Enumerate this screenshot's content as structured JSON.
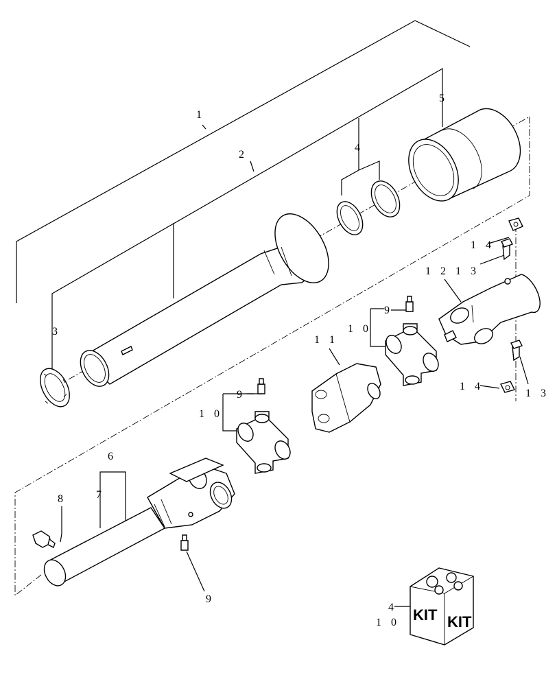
{
  "callouts": {
    "c1": "1",
    "c2": "2",
    "c3": "3",
    "c4_top": "4",
    "c5": "5",
    "c6": "6",
    "c7": "7",
    "c8": "8",
    "c9_a": "9",
    "c9_b": "9",
    "c9_c": "9",
    "c10_a": "1 0",
    "c10_b": "1 0",
    "c11": "1 1",
    "c12": "1 2",
    "c13_a": "1 3",
    "c13_b": "1 3",
    "c14_a": "1 4",
    "c14_b": "1 4",
    "kit_4": "4",
    "kit_10": "1 0"
  },
  "kit": {
    "label_left": "KIT",
    "label_right": "KIT"
  }
}
